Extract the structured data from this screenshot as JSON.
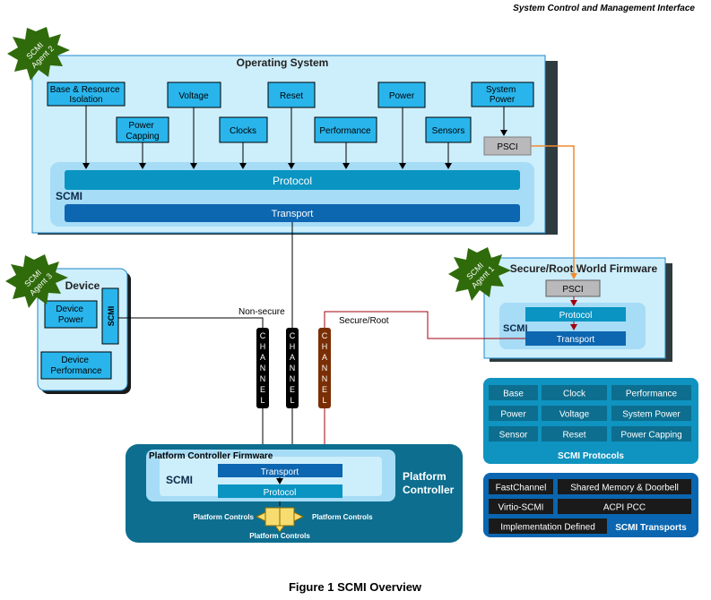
{
  "header": "System Control and Management Interface",
  "caption": "Figure 1 SCMI Overview",
  "os": {
    "title": "Operating System",
    "agent": [
      "SCMI",
      "Agent 2"
    ],
    "boxes": {
      "base": [
        "Base & Resource",
        "Isolation"
      ],
      "power_capping": [
        "Power",
        "Capping"
      ],
      "voltage": [
        "Voltage"
      ],
      "clocks": [
        "Clocks"
      ],
      "reset": [
        "Reset"
      ],
      "performance": [
        "Performance"
      ],
      "power": [
        "Power"
      ],
      "sensors": [
        "Sensors"
      ],
      "system_power": [
        "System",
        "Power"
      ]
    },
    "psci": "PSCI",
    "scmi": "SCMI",
    "protocol": "Protocol",
    "transport": "Transport"
  },
  "device": {
    "title": "Device",
    "agent": [
      "SCMI",
      "Agent 3"
    ],
    "power": [
      "Device",
      "Power"
    ],
    "performance": [
      "Device",
      "Performance"
    ],
    "scmi": "SCMI"
  },
  "secure": {
    "title": "Secure/Root World Firmware",
    "agent": [
      "SCMI",
      "Agent 1"
    ],
    "psci": "PSCI",
    "scmi": "SCMI",
    "protocol": "Protocol",
    "transport": "Transport"
  },
  "channels": {
    "letters": [
      "C",
      "H",
      "A",
      "N",
      "N",
      "E",
      "L"
    ],
    "non_secure": "Non-secure",
    "secure_root": "Secure/Root"
  },
  "platform": {
    "firmware": "Platform Controller Firmware",
    "title": [
      "Platform",
      "Controller"
    ],
    "scmi": "SCMI",
    "transport": "Transport",
    "protocol": "Protocol",
    "controls_left": "Platform Controls",
    "controls_right": "Platform Controls",
    "controls_bottom": "Platform Controls"
  },
  "protocols_panel": {
    "title": "SCMI Protocols",
    "items": [
      [
        "Base",
        "Clock",
        "Performance"
      ],
      [
        "Power",
        "Voltage",
        "System Power"
      ],
      [
        "Sensor",
        "Reset",
        "Power Capping"
      ]
    ]
  },
  "transports_panel": {
    "title": "SCMI Transports",
    "items": [
      "FastChannel",
      "Shared Memory & Doorbell",
      "Virtio-SCMI",
      "ACPI PCC",
      "Implementation Defined"
    ]
  },
  "colors": {
    "os_bg": "#cdeefb",
    "scmi_panel": "#a6dcf6",
    "box": "#29b5ec",
    "protocol": "#0a94c2",
    "transport": "#0d66b0",
    "psci": "#b9b9bb",
    "dark_teal": "#0d6e8f",
    "protocols_bg": "#0f93c0",
    "transports_bg": "#0a66b0",
    "black_channel": "#000000",
    "secure_channel": "#7a2e05",
    "agent_green": "#2f6b0b",
    "psci_arrow": "#f28a2e",
    "secure_arrow": "#a3000f"
  }
}
